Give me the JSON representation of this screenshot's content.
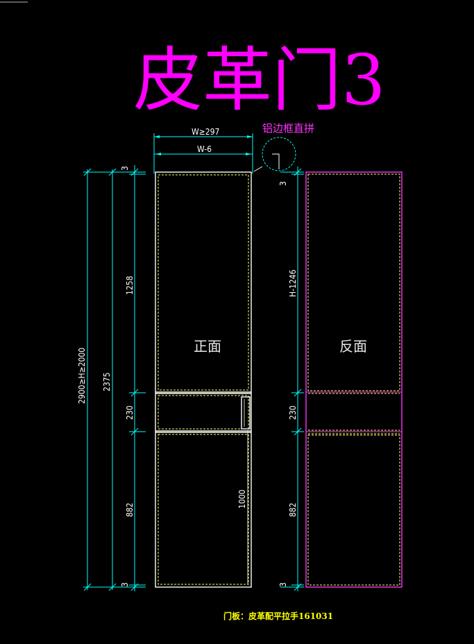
{
  "title": "皮革门3",
  "front_label": "正面",
  "back_label": "反面",
  "detail_note": "铝边框直拼",
  "caption": "门板：皮革配平拉手161031",
  "dimensions": {
    "width_min": "W≥297",
    "width_inner": "W-6",
    "height_range": "2900≥H≥2000",
    "total": "2375",
    "top_gap": "3",
    "upper_panel": "1258",
    "upper_panel_back": "H-1246",
    "middle_panel": "230",
    "lower_panel": "882",
    "bottom_gap": "3",
    "handle_height": "1000"
  },
  "colors": {
    "background": "#000000",
    "title": "#ff00ff",
    "dimension_lines": "#00ffff",
    "front_outline": "#ffffff",
    "back_outline": "#ff33ff",
    "hidden_lines": "#ffff66",
    "caption": "#ffff00"
  }
}
